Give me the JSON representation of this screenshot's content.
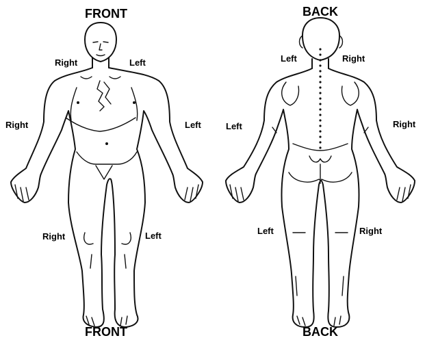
{
  "front": {
    "top_title": "FRONT",
    "bottom_title": "FRONT",
    "shoulder": {
      "right": "Right",
      "left": "Left"
    },
    "arm": {
      "right": "Right",
      "left": "Left"
    },
    "knee": {
      "right": "Right",
      "left": "Left"
    }
  },
  "back": {
    "top_title": "BACK",
    "bottom_title": "BACK",
    "shoulder": {
      "left": "Left",
      "right": "Right"
    },
    "arm": {
      "left": "Left",
      "right": "Right"
    },
    "knee": {
      "left": "Left",
      "right": "Right"
    }
  },
  "line_color": "#111111",
  "background": "#ffffff"
}
